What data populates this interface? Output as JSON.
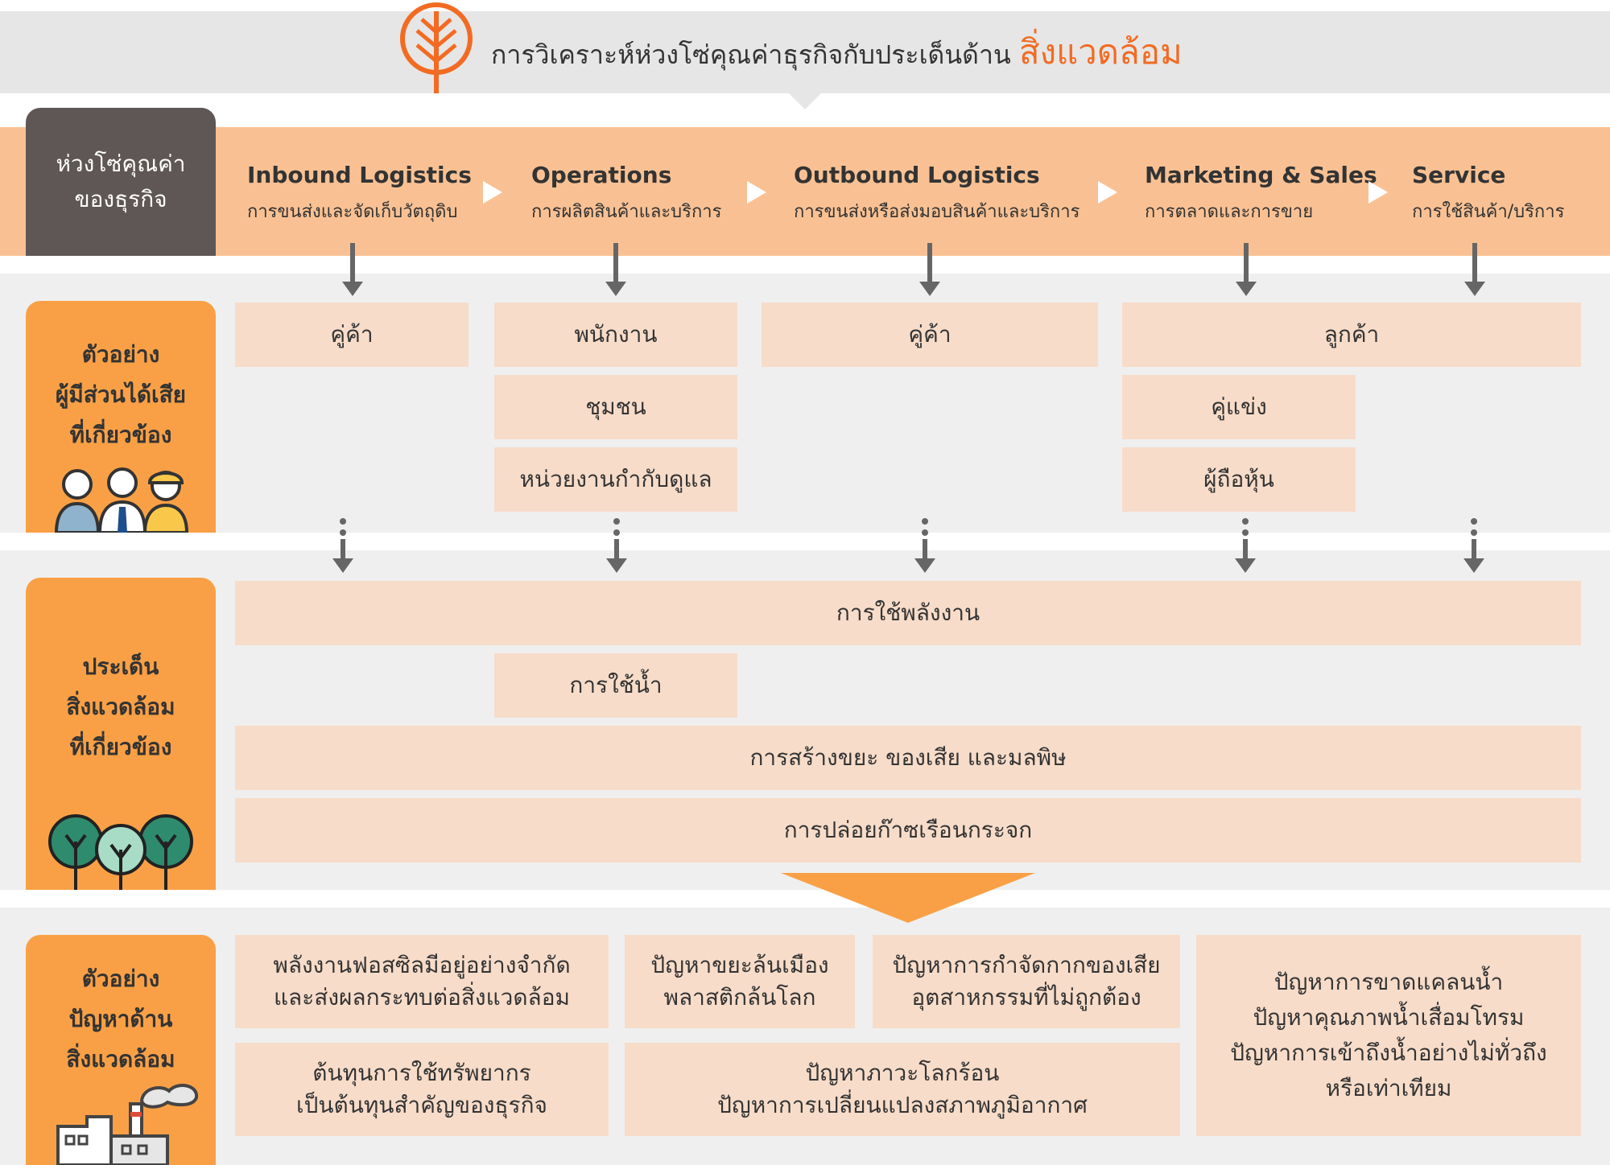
{
  "title": {
    "main": "การวิเคราะห์ห่วงโซ่คุณค่าธุรกิจกับประเด็นด้าน",
    "accent": "สิ่งแวดล้อม"
  },
  "chain": {
    "label_line1": "ห่วงโซ่คุณค่า",
    "label_line2": "ของธุรกิจ",
    "stages": [
      {
        "title": "Inbound Logistics",
        "subtitle": "การขนส่งและจัดเก็บวัตถุดิบ"
      },
      {
        "title": "Operations",
        "subtitle": "การผลิตสินค้าและบริการ"
      },
      {
        "title": "Outbound Logistics",
        "subtitle": "การขนส่งหรือส่งมอบสินค้าและบริการ"
      },
      {
        "title": "Marketing & Sales",
        "subtitle": "การตลาดและการขาย"
      },
      {
        "title": "Service",
        "subtitle": "การใช้สินค้า/บริการ"
      }
    ]
  },
  "stakeholders": {
    "label": [
      "ตัวอย่าง",
      "ผู้มีส่วนได้เสีย",
      "ที่เกี่ยวข้อง"
    ],
    "boxes": [
      "คู่ค้า",
      "พนักงาน",
      "ชุมชน",
      "หน่วยงานกำกับดูแล",
      "คู่ค้า",
      "ลูกค้า",
      "คู่แข่ง",
      "ผู้ถือหุ้น"
    ]
  },
  "issues": {
    "label": [
      "ประเด็น",
      "สิ่งแวดล้อม",
      "ที่เกี่ยวข้อง"
    ],
    "boxes": [
      "การใช้พลังงาน",
      "การใช้น้ำ",
      "การสร้างขยะ ของเสีย และมลพิษ",
      "การปล่อยก๊าซเรือนกระจก"
    ]
  },
  "problems": {
    "label": [
      "ตัวอย่าง",
      "ปัญหาด้าน",
      "สิ่งแวดล้อม"
    ],
    "boxes": [
      [
        "พลังงานฟอสซิลมีอยู่อย่างจำกัด",
        "และส่งผลกระทบต่อสิ่งแวดล้อม"
      ],
      [
        "ปัญหาขยะล้นเมือง",
        "พลาสติกล้นโลก"
      ],
      [
        "ปัญหาการกำจัดกากของเสีย",
        "อุตสาหกรรมที่ไม่ถูกต้อง"
      ],
      [
        "ปัญหาการขาดแคลนน้ำ",
        "ปัญหาคุณภาพน้ำเสื่อมโทรม",
        "ปัญหาการเข้าถึงน้ำอย่างไม่ทั่วถึง",
        "หรือเท่าเทียม"
      ],
      [
        "ต้นทุนการใช้ทรัพยากร",
        "เป็นต้นทุนสำคัญของธุรกิจ"
      ],
      [
        "ปัญหาภาวะโลกร้อน",
        "ปัญหาการเปลี่ยนแปลงสภาพภูมิอากาศ"
      ]
    ]
  },
  "colors": {
    "accent": "#f26b22",
    "chain_band": "#f9c193",
    "side_label": "#f9a046",
    "box": "#f7dcc9",
    "dark_label": "#5f5755"
  },
  "icons": [
    "tree-logo-icon",
    "people-icon",
    "trees-icon",
    "factory-icon"
  ]
}
